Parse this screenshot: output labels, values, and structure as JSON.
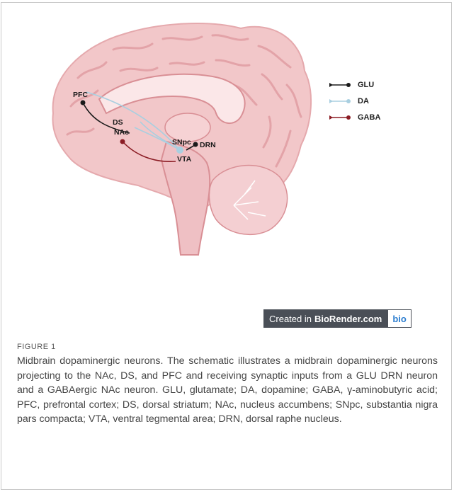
{
  "figure": {
    "labels": {
      "pfc": "PFC",
      "ds": "DS",
      "nac": "NAc",
      "snpc": "SNpc",
      "drn": "DRN",
      "vta": "VTA"
    },
    "legend": [
      {
        "label": "GLU",
        "color": "#1a1a1a",
        "end": "dot"
      },
      {
        "label": "DA",
        "color": "#a9cfe0",
        "end": "dot"
      },
      {
        "label": "GABA",
        "color": "#8b1c24",
        "end": "dot"
      }
    ],
    "watermark": {
      "prefix": "Created in",
      "brand": "BioRender.com",
      "logo": "bio"
    }
  },
  "caption": {
    "label": "FIGURE 1",
    "text": "Midbrain dopaminergic neurons. The schematic illustrates a midbrain dopaminergic neurons projecting to the NAc, DS, and PFC and receiving synaptic inputs from a GLU DRN neuron and a GABAergic NAc neuron. GLU, glutamate; DA, dopamine; GABA, γ-aminobutyric acid; PFC, prefrontal cortex; DS, dorsal striatum; NAc, nucleus accumbens; SNpc, substantia nigra pars compacta; VTA, ventral tegmental area; DRN, dorsal raphe nucleus."
  }
}
